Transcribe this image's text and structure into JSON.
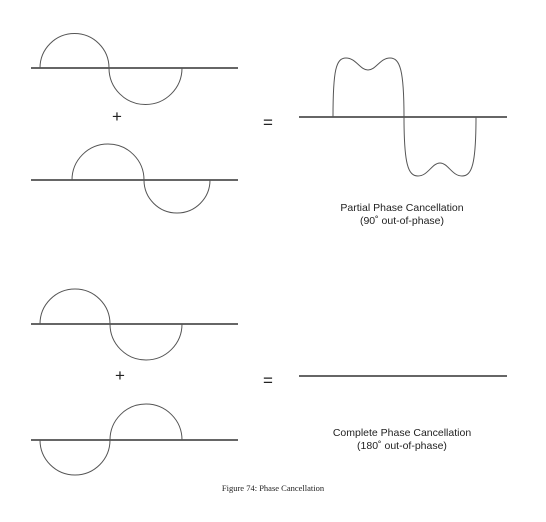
{
  "top_panel": {
    "plus": "+",
    "equals": "=",
    "label_line1": "Partial Phase Cancellation",
    "label_line2": "(90˚ out-of-phase)"
  },
  "bottom_panel": {
    "plus": "+",
    "equals": "=",
    "label_line1": "Complete Phase Cancellation",
    "label_line2": "(180˚ out-of-phase)"
  },
  "caption": "Figure 74: Phase Cancellation",
  "colors": {
    "axis": "#333333",
    "wave": "#555555",
    "text": "#222222"
  }
}
